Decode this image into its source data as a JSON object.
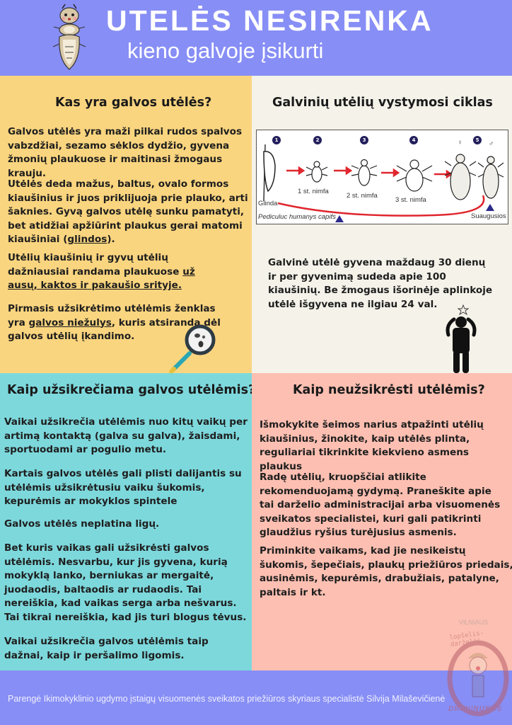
{
  "header": {
    "title": "UTELĖS NESIRENKA",
    "subtitle": "kieno galvoje įsikurti",
    "mascot_icon": "louse-mascot-icon"
  },
  "section_what": {
    "heading": "Kas yra galvos utėlės?",
    "paragraphs": [
      "Galvos utėlės yra maži pilkai rudos spalvos vabzdžiai, sezamo sėklos dydžio, gyvena žmonių plaukuose ir maitinasi žmogaus krauju.",
      "Utėlės deda mažus, baltus, ovalo formos kiaušinius ir juos priklijuoja prie plauko, arti šaknies. Gyvą galvos utėlę sunku pamatyti, bet atidžiai apžiūrint plaukus gerai matomi kiaušiniai (",
      "Utėlių kiaušinių ir gyvų utėlių dažniausiai randama plaukuose ",
      "Pirmasis užsikrėtimo utėlėmis ženklas yra "
    ],
    "p2_underlined": "glindos",
    "p2_end": ").",
    "p3_underlined": "už ausų, kaktos ir pakaušio srityje.",
    "p4_underlined": "galvos niežulys",
    "p4_end": ", kuris atsiranda dėl galvos utėlių įkandimo.",
    "icon": "magnifier-icon"
  },
  "section_cycle": {
    "heading": "Galvinių utėlių vystymosi ciklas",
    "diagram": {
      "steps": [
        "1",
        "2",
        "3",
        "4",
        "5"
      ],
      "labels": [
        "Glinda",
        "1 st. nimfa",
        "2 st. nimfa",
        "3 st. nimfa",
        "Suaugusios"
      ],
      "species": "Pediculuc humanys capifs",
      "female_symbol": "♀",
      "male_symbol": "♂"
    },
    "paragraph": "Galvinė utėlė gyvena maždaug 30 dienų ir per gyvenimą sudeda apie 100 kiaušinių. Be žmogaus išorinėje aplinkoje utėlė išgyvena ne ilgiau 24 val.",
    "icon": "itchy-person-icon"
  },
  "section_spread": {
    "heading": "Kaip užsikrečiama galvos utėlėmis?",
    "paragraphs": [
      "Vaikai užsikrečia utėlėmis nuo kitų vaikų per artimą kontaktą (galva su galva), žaisdami, sportuodami ar pogulio metu.",
      "Kartais galvos utėlės gali plisti dalijantis su utėlėmis užsikrėtusiu vaiku šukomis, kepurėmis ar mokyklos spintele",
      "Galvos utėlės neplatina ligų.",
      "Bet kuris vaikas gali užsikrėsti galvos utėlėmis. Nesvarbu, kur jis gyvena, kurią mokyklą lanko, berniukas ar mergaitė, juodaodis, baltaodis ar rudaodis. Tai nereiškia, kad vaikas serga arba nešvarus. Tai tikrai nereiškia, kad jis turi blogus tėvus.",
      "Vaikai užsikrečia galvos utėlėmis taip dažnai, kaip ir peršalimo ligomis."
    ]
  },
  "section_prevent": {
    "heading": "Kaip neužsikrėsti utėlėmis?",
    "paragraphs": [
      "Išmokykite šeimos narius atpažinti utėlių kiaušinius, žinokite, kaip utėlės plinta, reguliariai tikrinkite kiekvieno asmens plaukus",
      "Radę utėlių, kruopščiai atlikite rekomenduojamą gydymą. Praneškite apie tai darželio administracijai arba visuomenės sveikatos specialistei, kuri gali patikrinti glaudžius ryšius turėjusius asmenis.",
      "Priminkite vaikams, kad jie nesikeistų šukomis, šepečiais, plaukų priežiūros priedais, ausinėmis, kepurėmis, drabužiais, patalyne, paltais ir kt."
    ]
  },
  "logo": {
    "top": "VILNIAUS",
    "arc": "lopšelis-darželis",
    "bottom": "DREVINUKAS"
  },
  "footer": {
    "credit": "Parengė Ikimokyklinio ugdymo įstaigų visuomenės sveikatos priežiūros skyriaus specialistė Silvija Milaševičienė"
  },
  "colors": {
    "header_footer": "#878ef5",
    "yellow_panel": "#fad57f",
    "cream_panel": "#f4f2e9",
    "teal_panel": "#7dd8dc",
    "pink_panel": "#fcbfb1",
    "arrow_red": "#e0262e"
  }
}
